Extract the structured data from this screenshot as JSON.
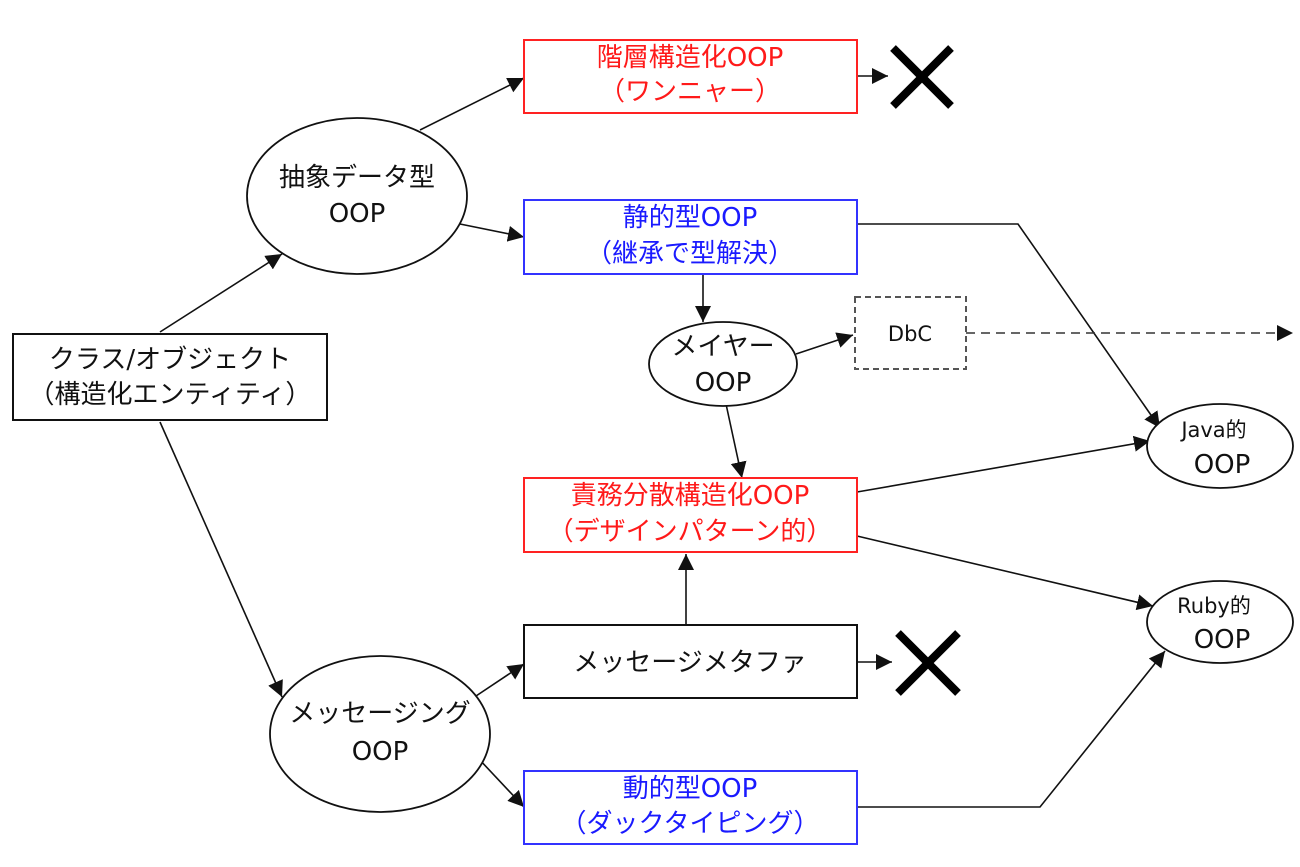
{
  "nodes": {
    "class_object": {
      "line1": "クラス/オブジェクト",
      "line2": "（構造化エンティティ）",
      "color": "#111111"
    },
    "adt_oop": {
      "line1": "抽象データ型",
      "line2": "OOP"
    },
    "messaging_oop": {
      "line1": "メッセージング",
      "line2": "OOP"
    },
    "hierarchical_oop": {
      "line1": "階層構造化OOP",
      "line2": "（ワンニャー）",
      "color": "#ff1a1a"
    },
    "static_oop": {
      "line1": "静的型OOP",
      "line2": "（継承で型解決）",
      "color": "#1a1aff"
    },
    "meyer_oop": {
      "line1": "メイヤー",
      "line2": "OOP"
    },
    "dbc": {
      "line1": "DbC"
    },
    "responsibility_oop": {
      "line1": "責務分散構造化OOP",
      "line2": "（デザインパターン的）",
      "color": "#ff1a1a"
    },
    "message_metaphor": {
      "line1": "メッセージメタファ"
    },
    "dynamic_oop": {
      "line1": "動的型OOP",
      "line2": "（ダックタイピング）",
      "color": "#1a1aff"
    },
    "java_oop": {
      "line1": "Java的",
      "line2": "OOP"
    },
    "ruby_oop": {
      "line1": "Ruby的",
      "line2": "OOP"
    }
  },
  "edges": [
    {
      "from": "class_object",
      "to": "adt_oop",
      "style": "solid"
    },
    {
      "from": "class_object",
      "to": "messaging_oop",
      "style": "solid"
    },
    {
      "from": "adt_oop",
      "to": "hierarchical_oop",
      "style": "solid"
    },
    {
      "from": "adt_oop",
      "to": "static_oop",
      "style": "solid"
    },
    {
      "from": "hierarchical_oop",
      "to": "dead_end",
      "style": "solid"
    },
    {
      "from": "static_oop",
      "to": "meyer_oop",
      "style": "solid"
    },
    {
      "from": "static_oop",
      "to": "java_oop",
      "style": "solid"
    },
    {
      "from": "meyer_oop",
      "to": "dbc",
      "style": "solid"
    },
    {
      "from": "dbc",
      "to": "offpage",
      "style": "dashed"
    },
    {
      "from": "meyer_oop",
      "to": "responsibility_oop",
      "style": "solid"
    },
    {
      "from": "responsibility_oop",
      "to": "java_oop",
      "style": "solid"
    },
    {
      "from": "responsibility_oop",
      "to": "ruby_oop",
      "style": "solid"
    },
    {
      "from": "messaging_oop",
      "to": "message_metaphor",
      "style": "solid"
    },
    {
      "from": "messaging_oop",
      "to": "dynamic_oop",
      "style": "solid"
    },
    {
      "from": "message_metaphor",
      "to": "responsibility_oop",
      "style": "solid"
    },
    {
      "from": "message_metaphor",
      "to": "dead_end",
      "style": "solid"
    },
    {
      "from": "dynamic_oop",
      "to": "ruby_oop",
      "style": "solid"
    }
  ],
  "colors": {
    "red": "#ff1a1a",
    "blue": "#1a1aff",
    "black": "#111111",
    "dead_end_mark": "#000000"
  }
}
